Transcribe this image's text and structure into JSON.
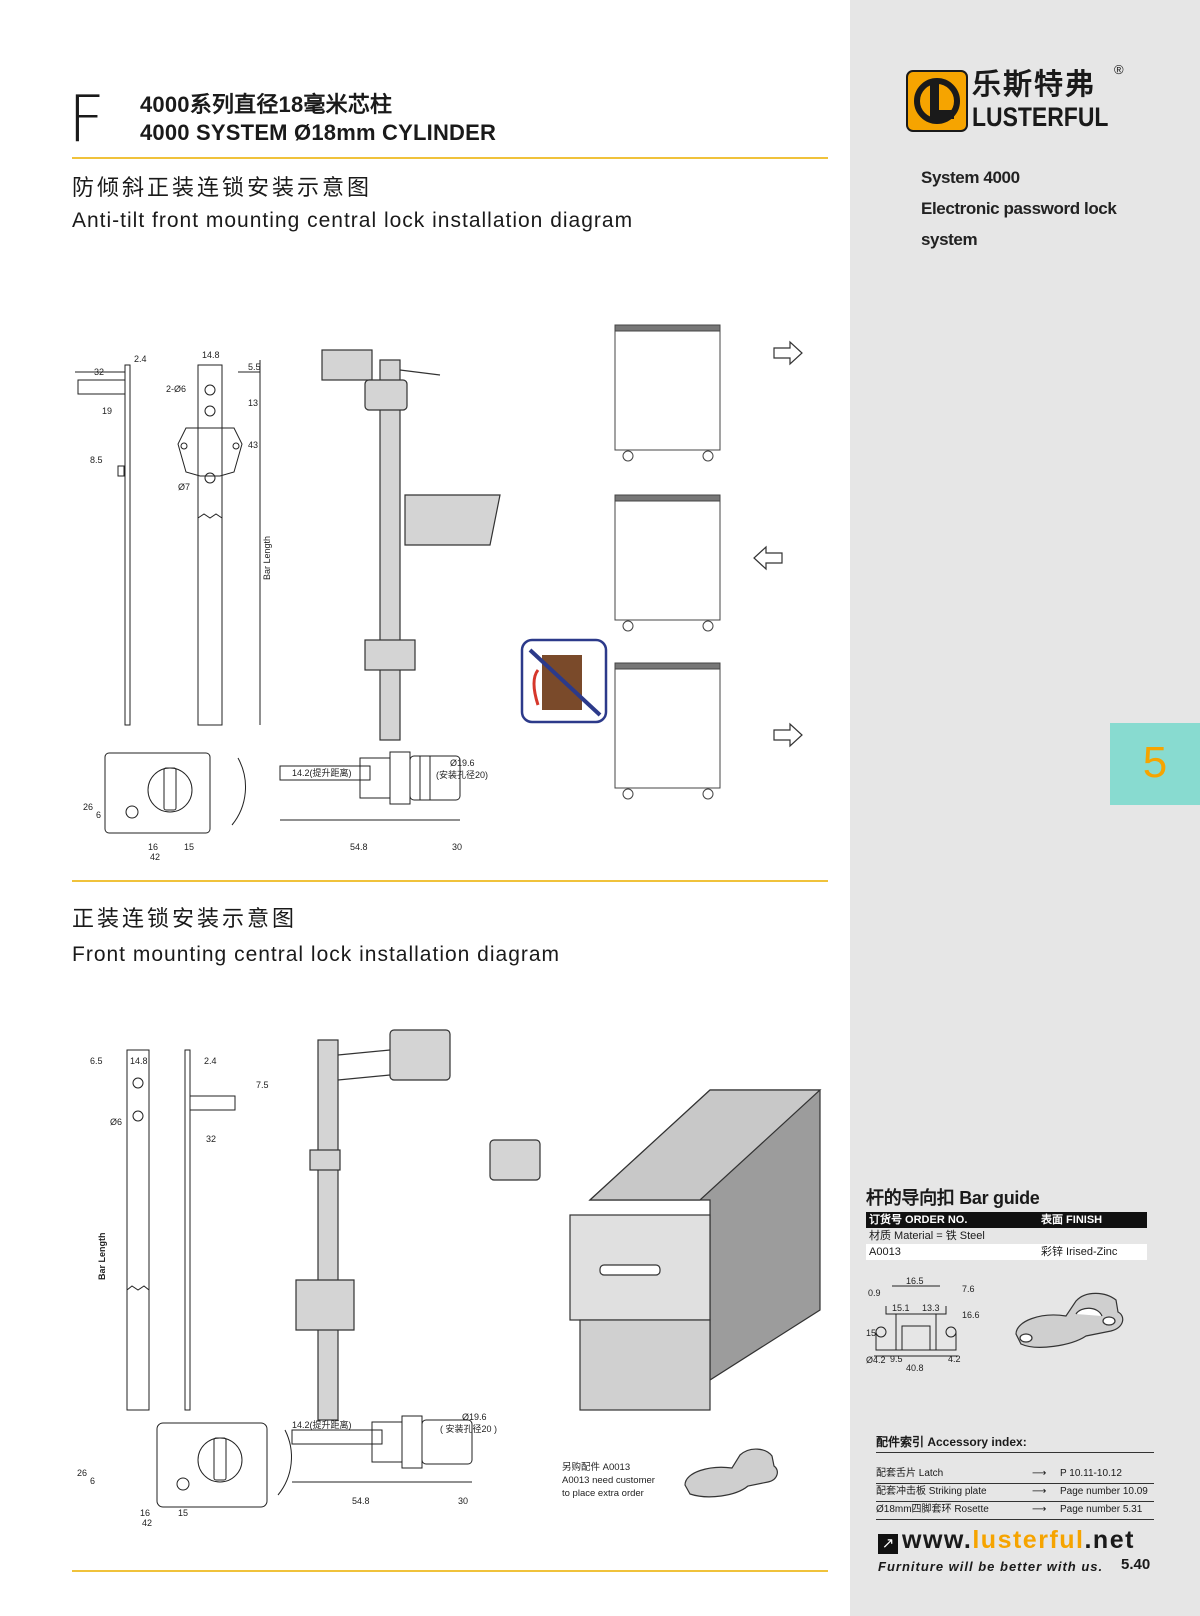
{
  "header": {
    "section_letter": "F",
    "title_cn": "4000系列直径18毫米芯柱",
    "title_en": "4000 SYSTEM Ø18mm CYLINDER"
  },
  "brand": {
    "name_cn": "乐斯特弗",
    "name_en": "LUSTERFUL",
    "registered": "®",
    "colors": {
      "orange": "#f6a400",
      "teal": "#88dbd0"
    }
  },
  "sidebar": {
    "system_lines": [
      "System 4000",
      "Electronic password lock",
      "system"
    ],
    "tab_number": "5"
  },
  "section1": {
    "title_cn": "防倾斜正装连锁安装示意图",
    "title_en": "Anti-tilt front mounting central lock installation diagram",
    "dims": {
      "d32": "32",
      "d2_4": "2.4",
      "d19": "19",
      "d8_5": "8.5",
      "d14_8": "14.8",
      "d5_5": "5.5",
      "d2phi6": "2-Ø6",
      "d13": "13",
      "d43": "43",
      "dphi7": "Ø7",
      "bar_length": "Bar Length",
      "d26": "26",
      "d6": "6",
      "d16": "16",
      "d15": "15",
      "d42": "42",
      "lift": "14.2(提升距离)",
      "dphi19_6": "Ø19.6",
      "hole": "(安装孔径20)",
      "d54_8": "54.8",
      "d30": "30"
    }
  },
  "section2": {
    "title_cn": "正装连锁安装示意图",
    "title_en": "Front mounting central lock installation diagram",
    "dims": {
      "d6_5": "6.5",
      "d14_8": "14.8",
      "d2_4": "2.4",
      "d7_5": "7.5",
      "dphi6": "Ø6",
      "d32": "32",
      "bar_length": "Bar Length",
      "d26": "26",
      "d6": "6",
      "d16": "16",
      "d15": "15",
      "d42": "42",
      "lift": "14.2(提升距离)",
      "dphi19_6": "Ø19.6",
      "hole": "( 安装孔径20 )",
      "d54_8": "54.8",
      "d30": "30"
    },
    "note_lines": [
      "另购配件  A0013",
      "A0013 need customer",
      "to place extra order"
    ]
  },
  "bar_guide": {
    "title": "杆的导向扣  Bar guide",
    "header_order": "订货号  ORDER  NO.",
    "header_finish": "表面  FINISH",
    "material": "材质  Material = 铁 Steel",
    "order_no": "A0013",
    "finish": "彩锌  Irised-Zinc",
    "dims": {
      "d16_5": "16.5",
      "d7_6": "7.6",
      "d0_9": "0.9",
      "d15_1": "15.1",
      "d13_3": "13.3",
      "d16_6": "16.6",
      "d15": "15",
      "dphi4_2": "Ø4.2",
      "d9_5": "9.5",
      "d40_8": "40.8",
      "d4_2": "4.2"
    }
  },
  "accessory": {
    "title": "配件索引 Accessory index:",
    "items": [
      {
        "name": "配套舌片 Latch",
        "page": "P 10.11-10.12"
      },
      {
        "name": "配套冲击板 Striking plate",
        "page": "Page number 10.09"
      },
      {
        "name": "Ø18mm四脚套环 Rosette",
        "page": "Page number 5.31"
      }
    ]
  },
  "footer": {
    "www": "www.",
    "domain": "lusterful",
    "tld": ".net",
    "slogan": "Furniture will be better with us.",
    "page_number": "5.40"
  }
}
